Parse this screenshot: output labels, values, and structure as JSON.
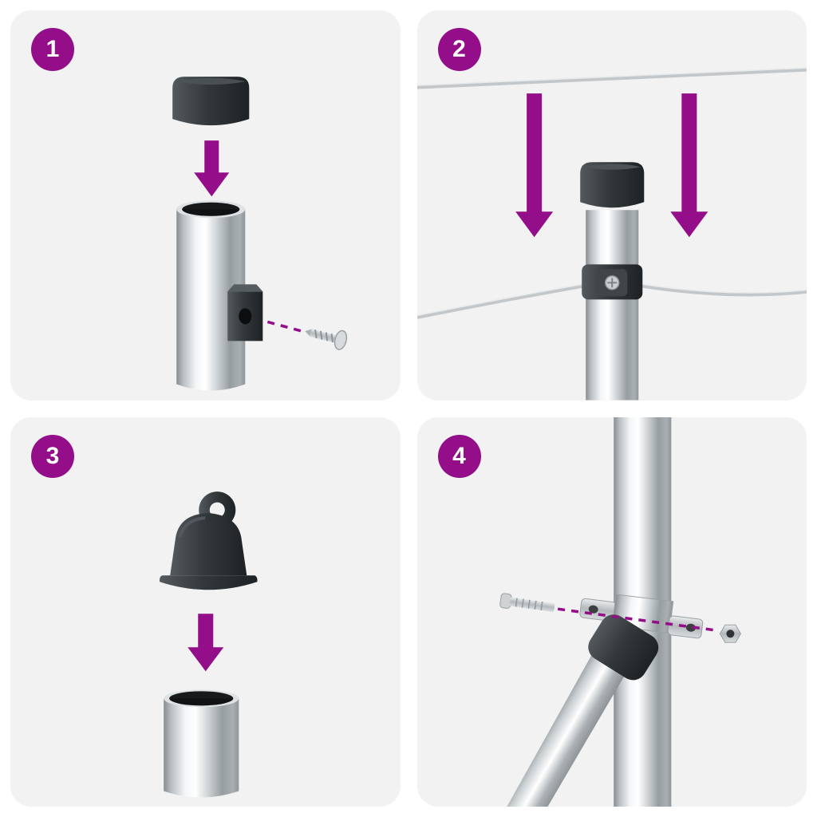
{
  "diagram": {
    "kind": "assembly-instructions",
    "panel_count": 4
  },
  "steps": [
    {
      "number": "1",
      "illustration": "post-cap-pressed-onto-metal-post-with-screw-bracket"
    },
    {
      "number": "2",
      "illustration": "tension-wires-lowered-onto-capped-post-clamp"
    },
    {
      "number": "3",
      "illustration": "eyelet-cap-pressed-onto-metal-tube"
    },
    {
      "number": "4",
      "illustration": "diagonal-brace-bolted-to-post-with-clamp-bolt-and-nut"
    }
  ],
  "colors": {
    "accent": "#930E88",
    "panel_background": "#F2F2F3",
    "page_background": "#FFFFFF",
    "part_dark": "#33383B",
    "metal_light": "#D2D6D8",
    "wire": "#C3C7C9"
  }
}
